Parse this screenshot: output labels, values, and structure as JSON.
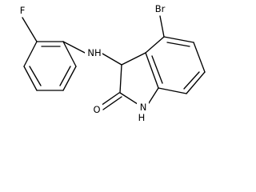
{
  "molecule": {
    "atoms": {
      "bromine": "Br",
      "fluorine": "F",
      "amine": "NH",
      "ring_nh_h": "H",
      "ring_nh_n": "N",
      "carbonyl_oxygen": "O"
    },
    "colors": {
      "bond": "#000000",
      "label": "#000000",
      "background": "#ffffff"
    }
  }
}
